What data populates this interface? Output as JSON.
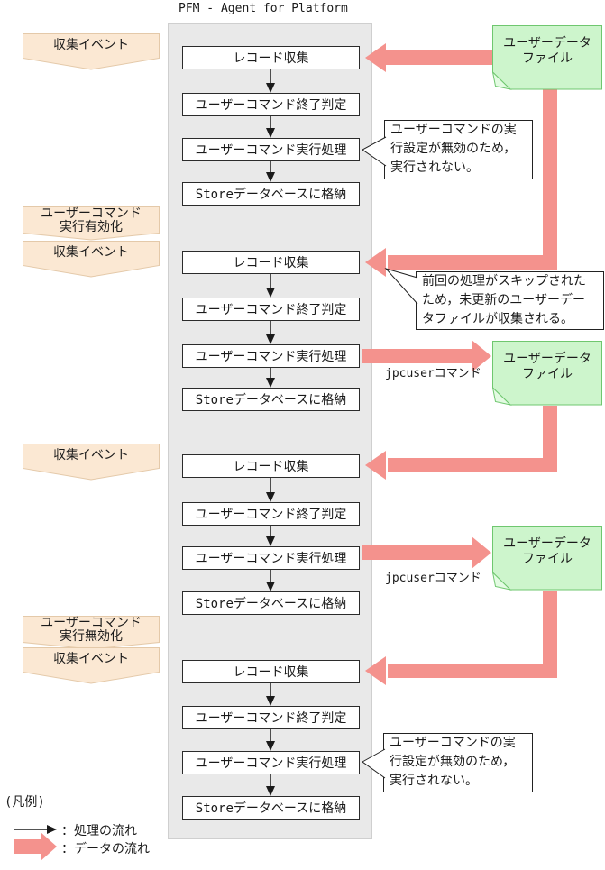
{
  "title": "PFM - Agent for Platform",
  "event_banners": [
    {
      "lines": [
        "収集イベント"
      ]
    },
    {
      "lines": [
        "ユーザーコマンド",
        "実行有効化"
      ]
    },
    {
      "lines": [
        "収集イベント"
      ]
    },
    {
      "lines": [
        "収集イベント"
      ]
    },
    {
      "lines": [
        "ユーザーコマンド",
        "実行無効化"
      ]
    },
    {
      "lines": [
        "収集イベント"
      ]
    }
  ],
  "flow_sections": [
    {
      "steps": [
        "レコード収集",
        "ユーザーコマンド終了判定",
        "ユーザーコマンド実行処理",
        "Storeデータベースに格納"
      ]
    },
    {
      "steps": [
        "レコード収集",
        "ユーザーコマンド終了判定",
        "ユーザーコマンド実行処理",
        "Storeデータベースに格納"
      ]
    },
    {
      "steps": [
        "レコード収集",
        "ユーザーコマンド終了判定",
        "ユーザーコマンド実行処理",
        "Storeデータベースに格納"
      ]
    },
    {
      "steps": [
        "レコード収集",
        "ユーザーコマンド終了判定",
        "ユーザーコマンド実行処理",
        "Storeデータベースに格納"
      ]
    }
  ],
  "notes": [
    {
      "lines": [
        "ユーザーデータ",
        "ファイル"
      ]
    },
    {
      "lines": [
        "ユーザーデータ",
        "ファイル"
      ]
    },
    {
      "lines": [
        "ユーザーデータ",
        "ファイル"
      ]
    }
  ],
  "callouts": [
    {
      "lines": [
        "ユーザーコマンドの実",
        "行設定が無効のため，",
        "実行されない。"
      ]
    },
    {
      "lines": [
        "前回の処理がスキップされた",
        "ため，未更新のユーザーデー",
        "タファイルが収集される。"
      ]
    },
    {
      "lines": [
        "ユーザーコマンドの実",
        "行設定が無効のため，",
        "実行されない。"
      ]
    }
  ],
  "command_labels": [
    "jpcuserコマンド",
    "jpcuserコマンド"
  ],
  "legend": {
    "heading": "(凡例)",
    "process_flow": "：処理の流れ",
    "data_flow": "：データの流れ"
  },
  "colors": {
    "data_flow_pink": "#f4928d",
    "note_green_fill": "#cdf5cc",
    "note_green_border": "#6fc76f",
    "banner_fill": "#fbe8d3",
    "banner_border": "#e4c9a9",
    "container_fill": "#e9e9e9",
    "process_arrow_black": "#1a1a1a"
  }
}
